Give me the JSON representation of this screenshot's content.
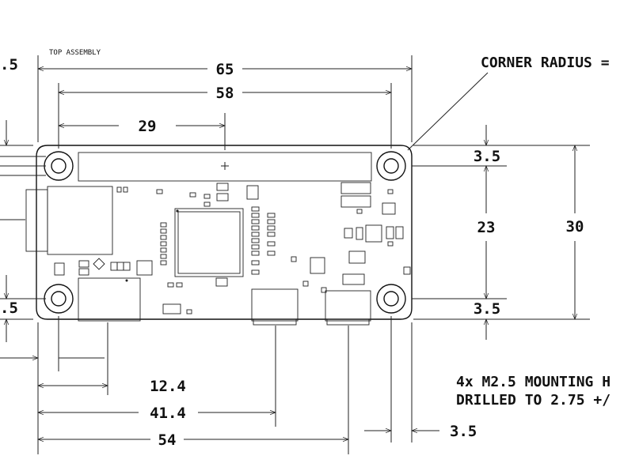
{
  "view_title": "TOP ASSEMBLY",
  "notes": {
    "corner_radius": "CORNER RADIUS =",
    "holes_line1": "4x M2.5 MOUNTING H",
    "holes_line2": "DRILLED TO 2.75 +/"
  },
  "dimensions": {
    "overall_length": "65",
    "hole_spacing_x": "58",
    "header_center": "29",
    "hole_offset_top": "3.5",
    "hole_spacing_y": "23",
    "overall_height": "30",
    "hole_offset_bottom": "3.5",
    "hole_offset_right": "3.5",
    "hdmi_position": "12.4",
    "usb_position": "41.4",
    "pwr_position": "54",
    "left_partial_top": ".5",
    "left_partial_bottom": ".5"
  }
}
